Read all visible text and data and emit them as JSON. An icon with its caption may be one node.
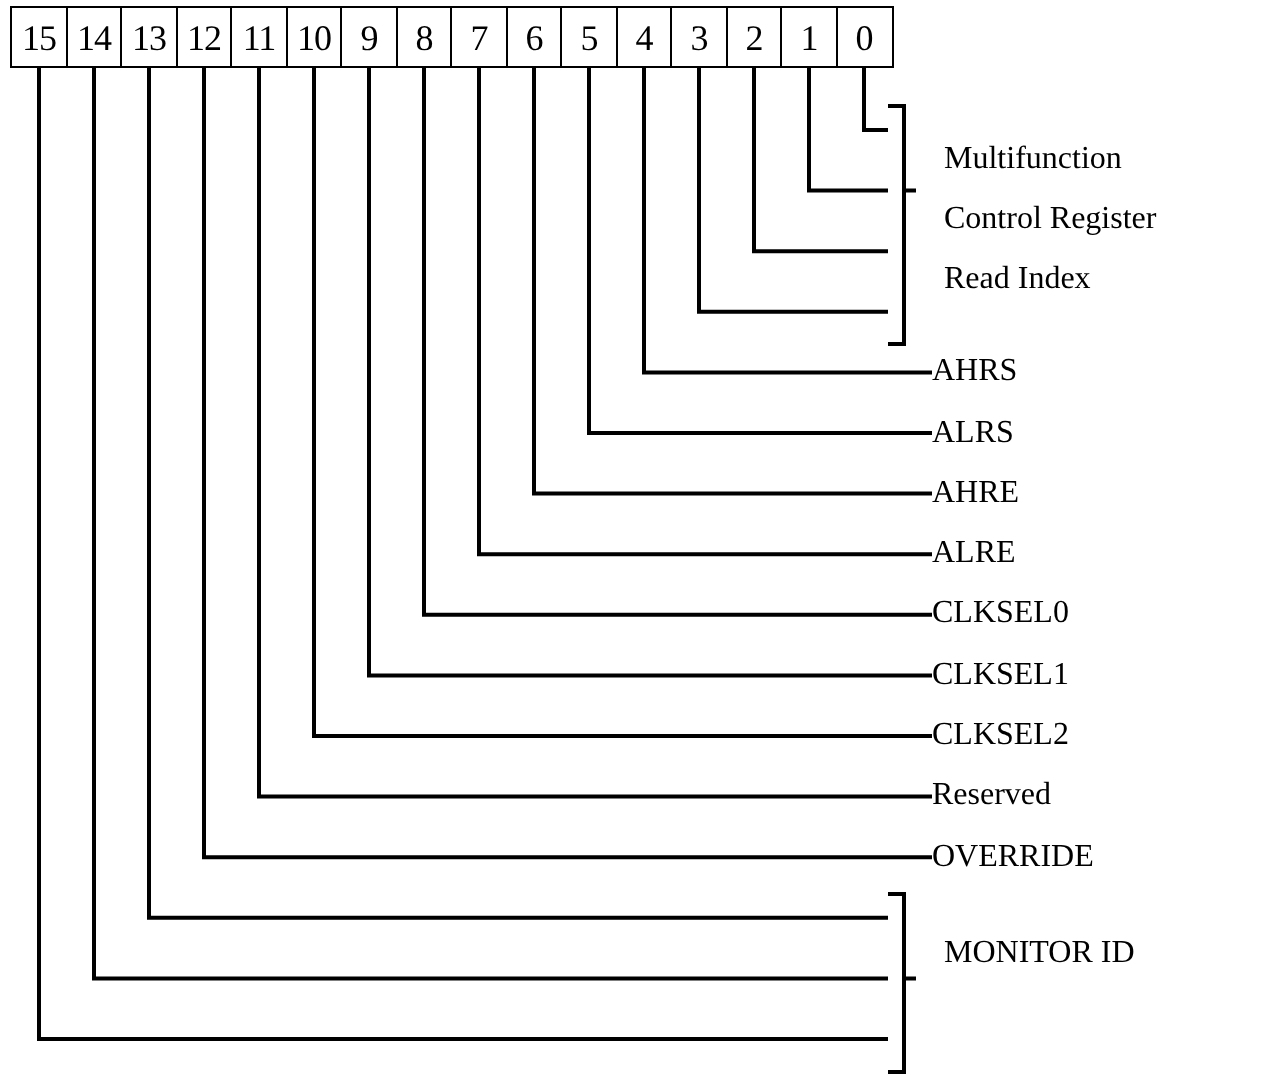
{
  "diagram": {
    "nodes": [
      {
        "text": [
          "15"
        ]
      },
      {
        "text": [
          "14"
        ]
      },
      {
        "text": [
          "13"
        ]
      },
      {
        "text": [
          "12"
        ]
      },
      {
        "text": [
          "11"
        ]
      },
      {
        "text": [
          "10"
        ]
      },
      {
        "text": [
          "9"
        ]
      },
      {
        "text": [
          "8"
        ]
      },
      {
        "text": [
          "7"
        ]
      },
      {
        "text": [
          "6"
        ]
      },
      {
        "text": [
          "5"
        ]
      },
      {
        "text": [
          "4"
        ]
      },
      {
        "text": [
          "3"
        ]
      },
      {
        "text": [
          "2"
        ]
      },
      {
        "text": [
          "1"
        ]
      },
      {
        "text": [
          "0"
        ]
      },
      {
        "text": [
          "Multifunction Control Register Read Index"
        ]
      },
      {
        "text": [
          "AHRS"
        ]
      },
      {
        "text": [
          "ALRS"
        ]
      },
      {
        "text": [
          "AHRE"
        ]
      },
      {
        "text": [
          "ALRE"
        ]
      },
      {
        "text": [
          "CLKSEL0"
        ]
      },
      {
        "text": [
          "CLKSEL1"
        ]
      },
      {
        "text": [
          "CLKSEL2"
        ]
      },
      {
        "text": [
          "Reserved"
        ]
      },
      {
        "text": [
          "OVERRIDE"
        ]
      },
      {
        "text": [
          "MONITOR ID"
        ]
      }
    ],
    "edges": [
      {
        "from": 15,
        "to": 16,
        "arrow": "none"
      },
      {
        "from": 14,
        "to": 16,
        "arrow": "none"
      },
      {
        "from": 13,
        "to": 16,
        "arrow": "none"
      },
      {
        "from": 12,
        "to": 16,
        "arrow": "none"
      },
      {
        "from": 11,
        "to": 17,
        "arrow": "none"
      },
      {
        "from": 10,
        "to": 18,
        "arrow": "none"
      },
      {
        "from": 9,
        "to": 19,
        "arrow": "none"
      },
      {
        "from": 8,
        "to": 20,
        "arrow": "none"
      },
      {
        "from": 7,
        "to": 21,
        "arrow": "none"
      },
      {
        "from": 6,
        "to": 22,
        "arrow": "none"
      },
      {
        "from": 5,
        "to": 23,
        "arrow": "none"
      },
      {
        "from": 4,
        "to": 24,
        "arrow": "none"
      },
      {
        "from": 3,
        "to": 25,
        "arrow": "none"
      },
      {
        "from": 2,
        "to": 26,
        "arrow": "none"
      },
      {
        "from": 1,
        "to": 26,
        "arrow": "none"
      },
      {
        "from": 0,
        "to": 26,
        "arrow": "none"
      }
    ]
  }
}
